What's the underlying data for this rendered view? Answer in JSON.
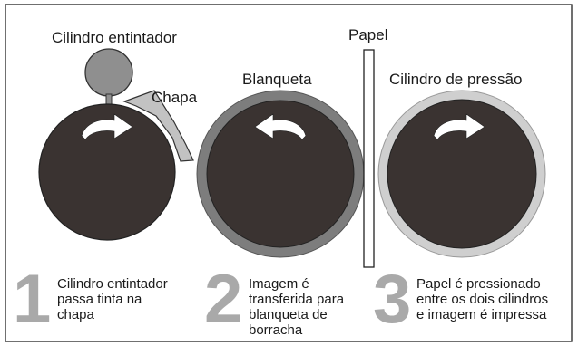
{
  "labels": {
    "inking_cylinder": "Cilindro entintador",
    "plate": "Chapa",
    "blanket": "Blanqueta",
    "paper": "Papel",
    "pressure_cylinder": "Cilindro de pressão"
  },
  "steps": [
    {
      "number": "1",
      "lines": [
        "Cilindro entintador",
        "passa tinta na",
        "chapa"
      ]
    },
    {
      "number": "2",
      "lines": [
        "Imagem é",
        "transferida para",
        "blanqueta de",
        "borracha"
      ]
    },
    {
      "number": "3",
      "lines": [
        "Papel é pressionado",
        "entre os dois cilindros",
        "e imagem é impressa"
      ]
    }
  ],
  "colors": {
    "cylinder_fill": "#3a3331",
    "inking_roller": "#8f8f8f",
    "blanket_ring": "#7d7d7d",
    "pressure_ring": "#cfcfcf",
    "plate": "#c2c2c2",
    "arrow": "#ffffff",
    "step_number": "#a9a9a9"
  }
}
